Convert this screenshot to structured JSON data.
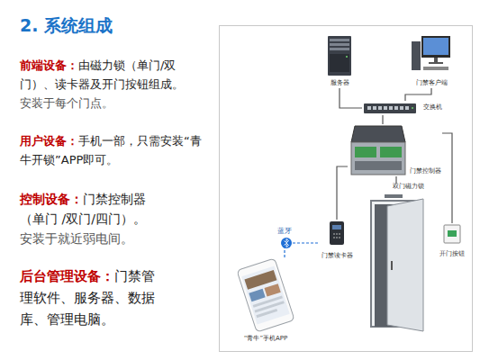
{
  "diagram": {
    "title": "2. 系统组成",
    "nodes": [
      {
        "text": [
          "服务器"
        ]
      },
      {
        "text": [
          "门禁客户端"
        ]
      },
      {
        "text": [
          "交换机"
        ]
      },
      {
        "text": [
          "门禁控制器"
        ]
      },
      {
        "text": [
          "双门磁力锁"
        ]
      },
      {
        "text": [
          "门禁读卡器"
        ]
      },
      {
        "text": [
          "开门按钮"
        ]
      },
      {
        "text": [
          "“青牛”手机APP"
        ]
      }
    ],
    "edges": [
      {
        "from": 0,
        "to": 2,
        "arrow": "none"
      },
      {
        "from": 1,
        "to": 2,
        "arrow": "none"
      },
      {
        "from": 2,
        "to": 3,
        "arrow": "none"
      },
      {
        "from": 3,
        "to": 4,
        "arrow": "none"
      },
      {
        "from": 3,
        "to": 5,
        "arrow": "none"
      },
      {
        "from": 3,
        "to": 6,
        "arrow": "none"
      },
      {
        "from": 7,
        "to": 5,
        "label": "蓝牙",
        "arrow": "none"
      }
    ],
    "labels": [
      "前端设备：",
      "由磁力锁（单门/双门）、读卡器及开门按钮组成。",
      "安装于每个门点。",
      "用户设备：",
      "手机一部，只需安装“青牛开锁”APP即可。",
      "控制设备：",
      "门禁控制器（单门 /双门/四门）。",
      "安装于就近弱电间。",
      "后台管理设备：",
      "门禁管理软件、服务器、数据库、管理电脑。"
    ]
  }
}
